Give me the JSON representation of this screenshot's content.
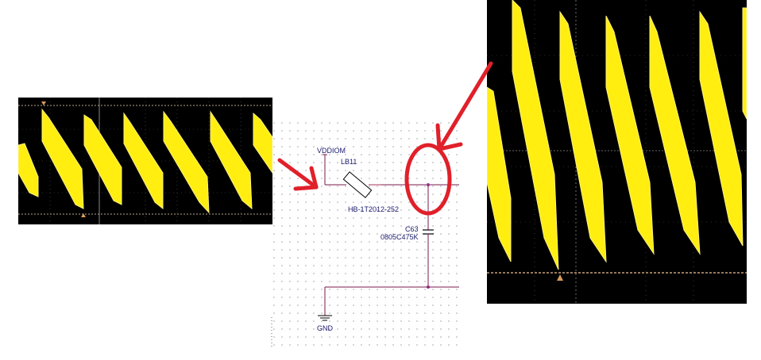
{
  "schematic": {
    "power_net": "VDDIOM",
    "inductor_ref": "LB11",
    "inductor_value": "HB-1T2012-252",
    "capacitor_ref": "C63",
    "capacitor_value": "0805C475K",
    "ground_net": "GND"
  },
  "scope_left": {
    "description": "Oscilloscope capture, input side of ferrite bead",
    "trace_color": "#ffff00",
    "background": "#000000",
    "cycles_visible": 6
  },
  "scope_right": {
    "description": "Oscilloscope capture, output node after ferrite bead (zoomed)",
    "trace_color": "#ffff00",
    "background": "#000000",
    "cycles_visible": 6
  },
  "annotations": {
    "arrow_color": "#e0202a",
    "circle_color": "#e0202a"
  }
}
